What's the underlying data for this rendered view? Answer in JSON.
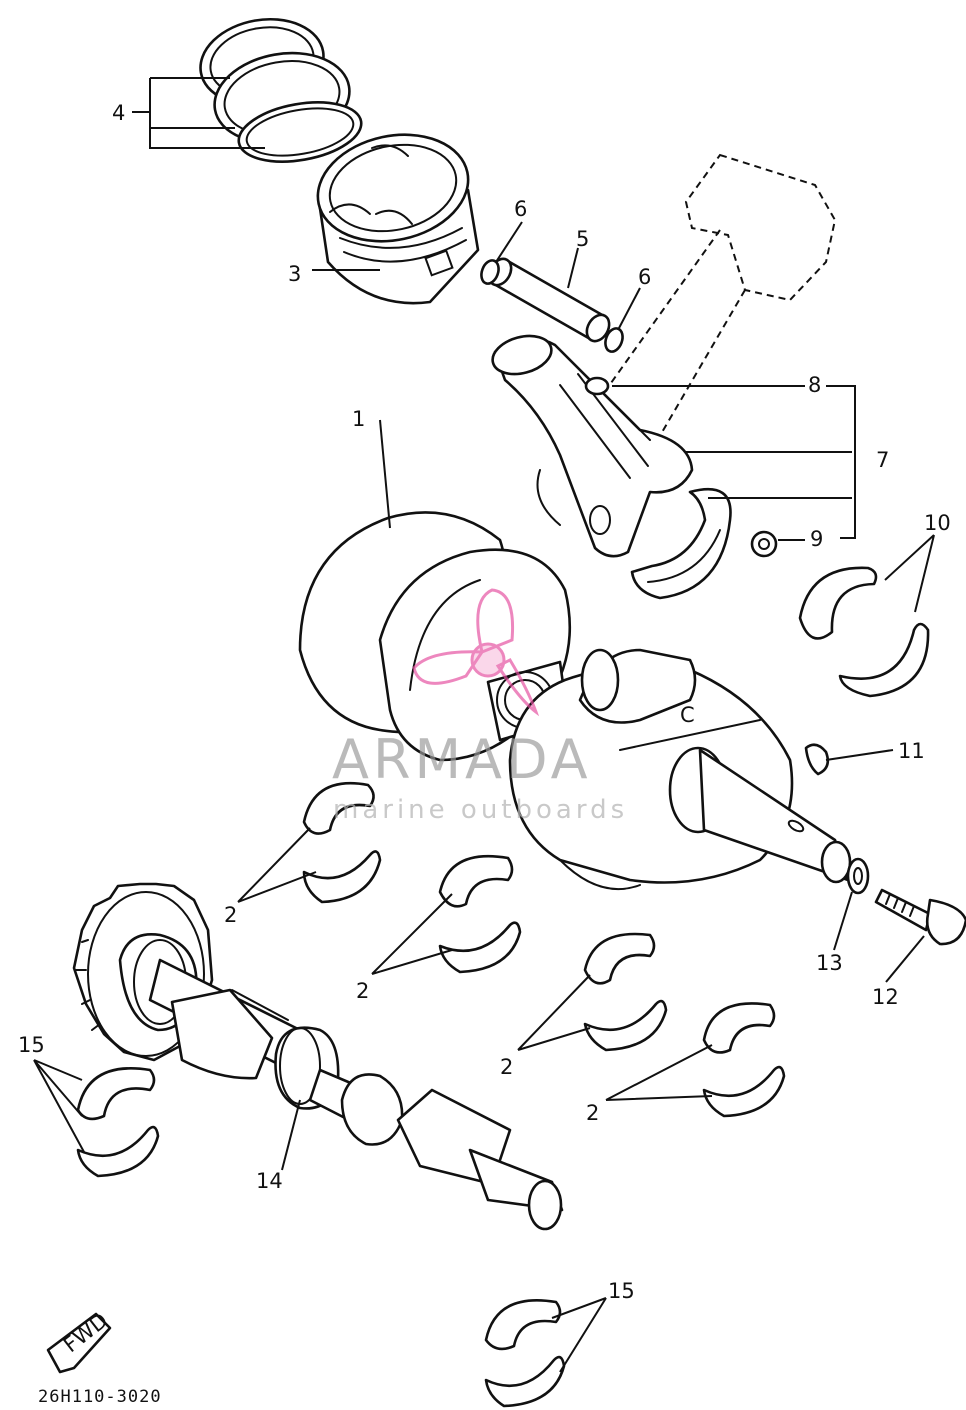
{
  "labels": {
    "l1": "1",
    "l2a": "2",
    "l2b": "2",
    "l2c": "2",
    "l2d": "2",
    "l3": "3",
    "l4": "4",
    "l5": "5",
    "l6a": "6",
    "l6b": "6",
    "l7": "7",
    "l8": "8",
    "l9": "9",
    "l10": "10",
    "l11": "11",
    "l12": "12",
    "l13": "13",
    "l14": "14",
    "l15a": "15",
    "l15b": "15",
    "crank_mark": "C",
    "fwd": "FWD"
  },
  "diagram_code": "26H110-3020",
  "watermark": {
    "brand": "ARMADA",
    "tagline": "marine outboards",
    "logo_color": "#e64fa0"
  },
  "colors": {
    "line": "#111111",
    "paper": "#ffffff"
  }
}
